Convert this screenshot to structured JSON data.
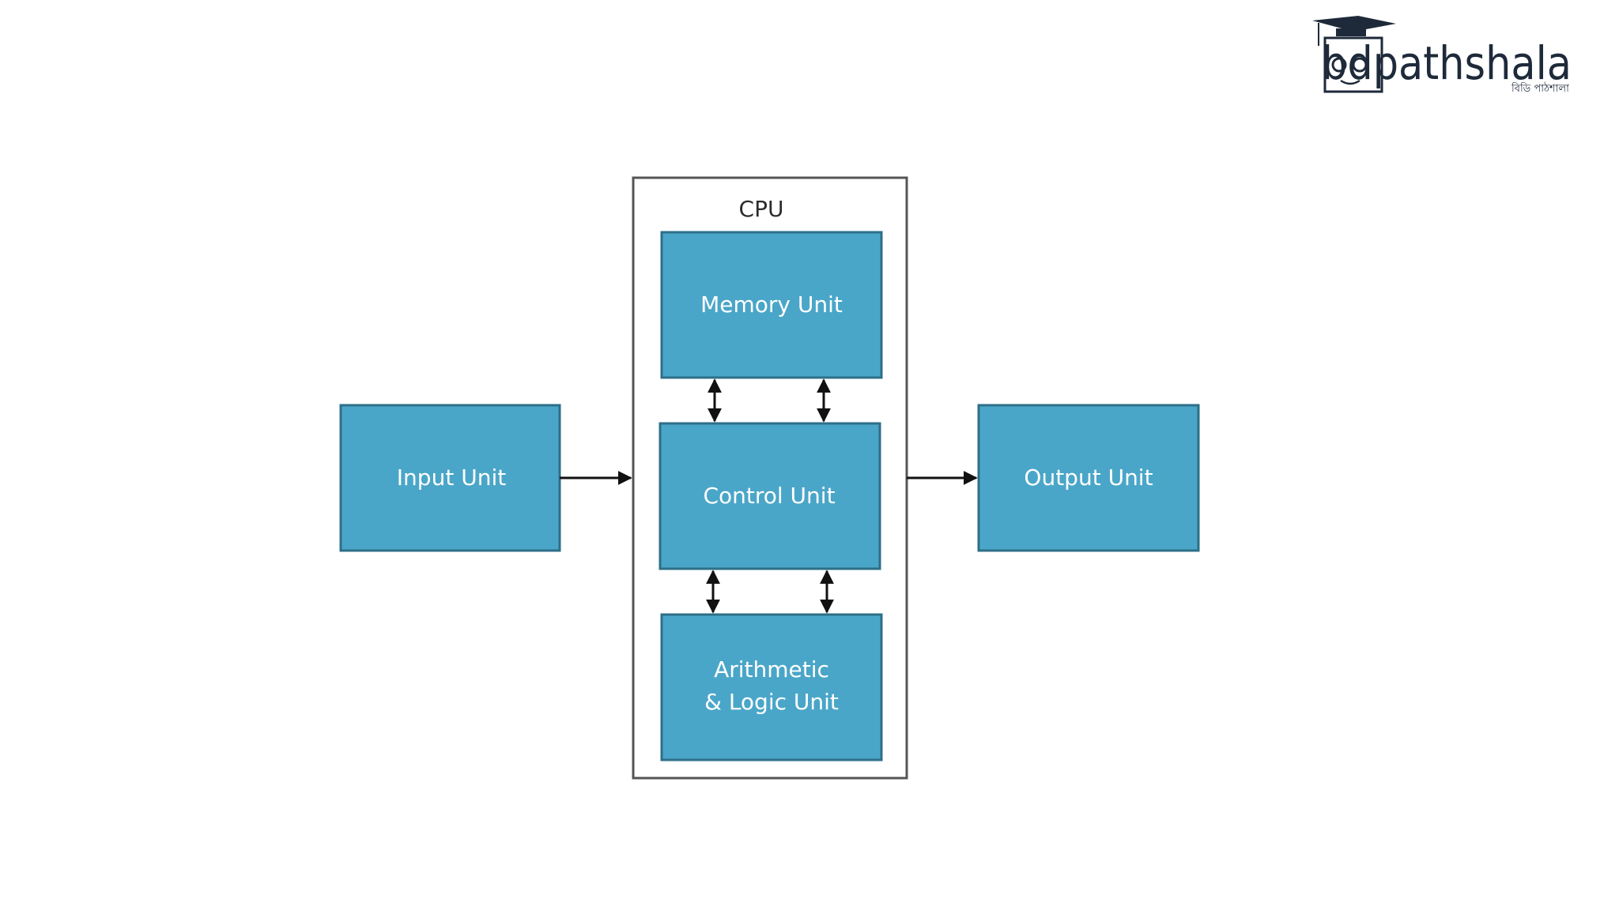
{
  "logo": {
    "text": "bdpathshala",
    "subtext": "বিডি পাঠশালা"
  },
  "colors": {
    "box_fill": "#4aa6c8",
    "box_stroke": "#2d6f88",
    "cpu_border": "#555555",
    "arrow": "#111111"
  },
  "diagram": {
    "cpu_label": "CPU",
    "input_unit": "Input Unit",
    "output_unit": "Output  Unit",
    "memory_unit": "Memory Unit",
    "control_unit": "Control Unit",
    "alu_line1": "Arithmetic",
    "alu_line2": "& Logic Unit"
  }
}
